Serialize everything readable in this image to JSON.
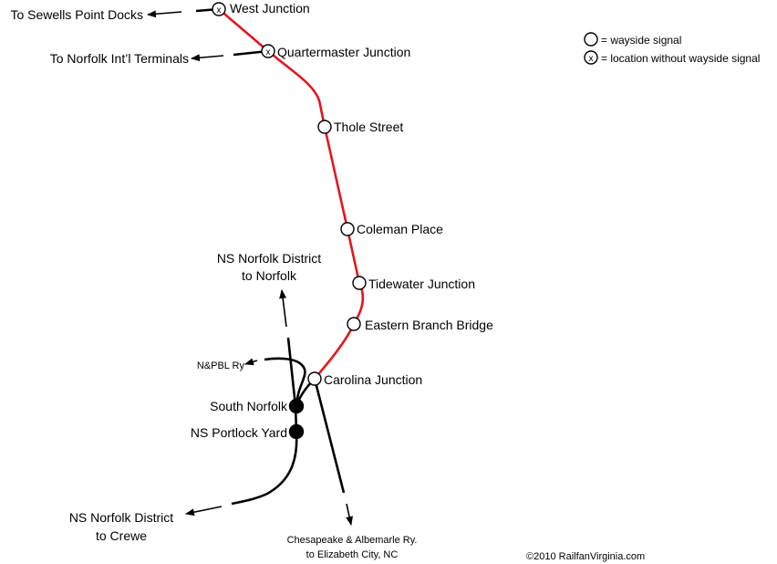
{
  "colors": {
    "main_line": "#e8141b",
    "other_lines": "#000000",
    "signal_fill": "#ffffff",
    "yard_fill": "#000000"
  },
  "stations": {
    "west_junction": "West Junction",
    "quartermaster_junction": "Quartermaster Junction",
    "thole_street": "Thole Street",
    "coleman_place": "Coleman Place",
    "tidewater_junction": "Tidewater Junction",
    "eastern_branch_bridge": "Eastern Branch Bridge",
    "carolina_junction": "Carolina Junction",
    "south_norfolk": "South Norfolk",
    "ns_portlock_yard": "NS Portlock Yard"
  },
  "destinations": {
    "sewells_point": "To Sewells Point Docks",
    "norfolk_terminals": "To Norfolk Int’l Terminals",
    "ns_norfolk_district_north": [
      "NS Norfolk District",
      "to Norfolk"
    ],
    "npbl": "N&PBL Ry",
    "ns_norfolk_district_crewe": [
      "NS Norfolk District",
      "to Crewe"
    ],
    "chesapeake_albemarle": [
      "Chesapeake & Albemarle Ry.",
      "to Elizabeth City, NC"
    ]
  },
  "legend": {
    "wayside_signal": "= wayside signal",
    "no_wayside_signal": "= location without wayside signal",
    "x_mark": "x"
  },
  "copyright": "©2010 RailfanVirginia.com"
}
